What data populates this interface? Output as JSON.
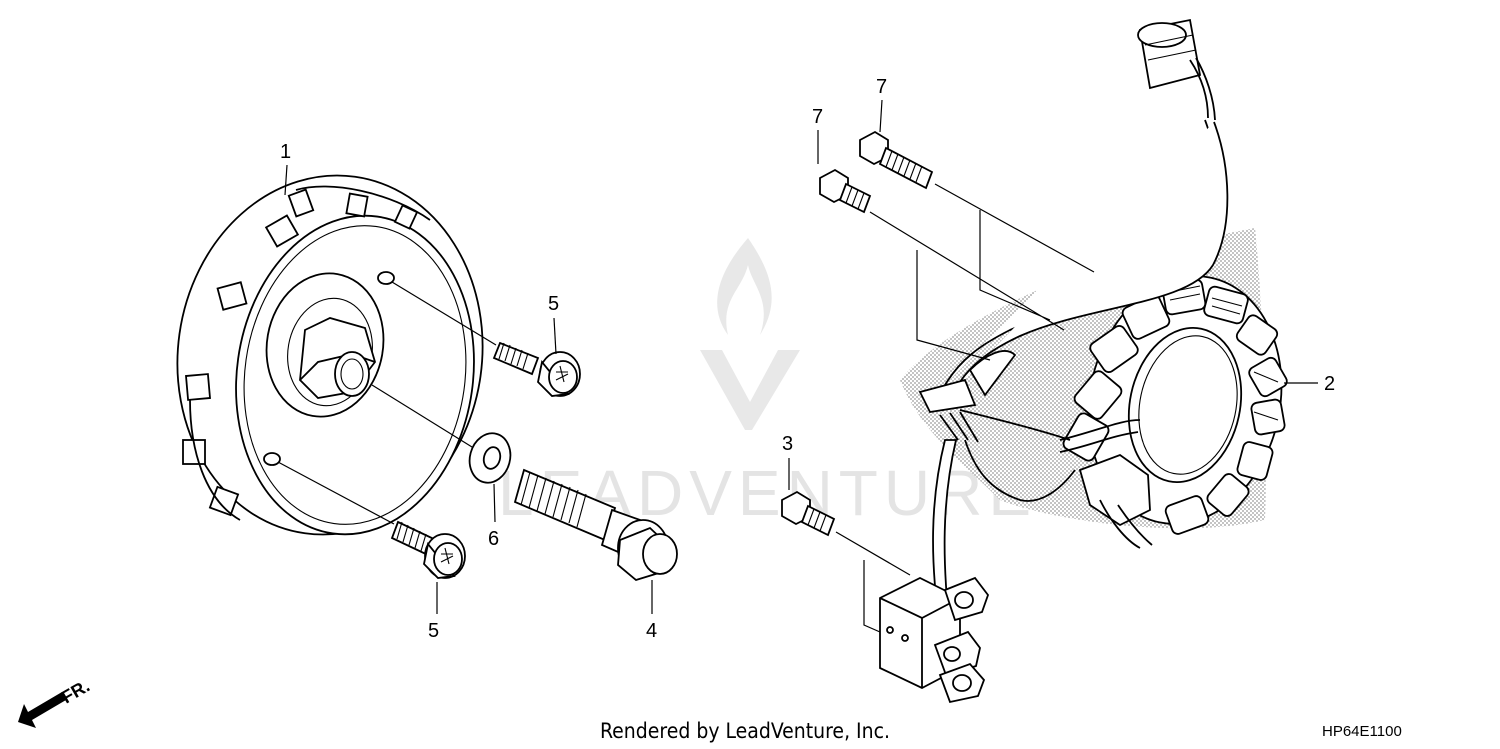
{
  "diagram": {
    "callouts": [
      {
        "id": "flywheel",
        "number": "1"
      },
      {
        "id": "stator",
        "number": "2"
      },
      {
        "id": "bolt-pulser",
        "number": "3"
      },
      {
        "id": "flywheel-bolt",
        "number": "4"
      },
      {
        "id": "bolt-upper",
        "number": "5"
      },
      {
        "id": "bolt-lower",
        "number": "5"
      },
      {
        "id": "washer",
        "number": "6"
      },
      {
        "id": "bolt-stator-a",
        "number": "7"
      },
      {
        "id": "bolt-stator-b",
        "number": "7"
      }
    ],
    "direction": "FR.",
    "watermark": "LEADVENTURE",
    "footer": "Rendered by LeadVenture, Inc.",
    "diagram_code": "HP64E1100"
  }
}
